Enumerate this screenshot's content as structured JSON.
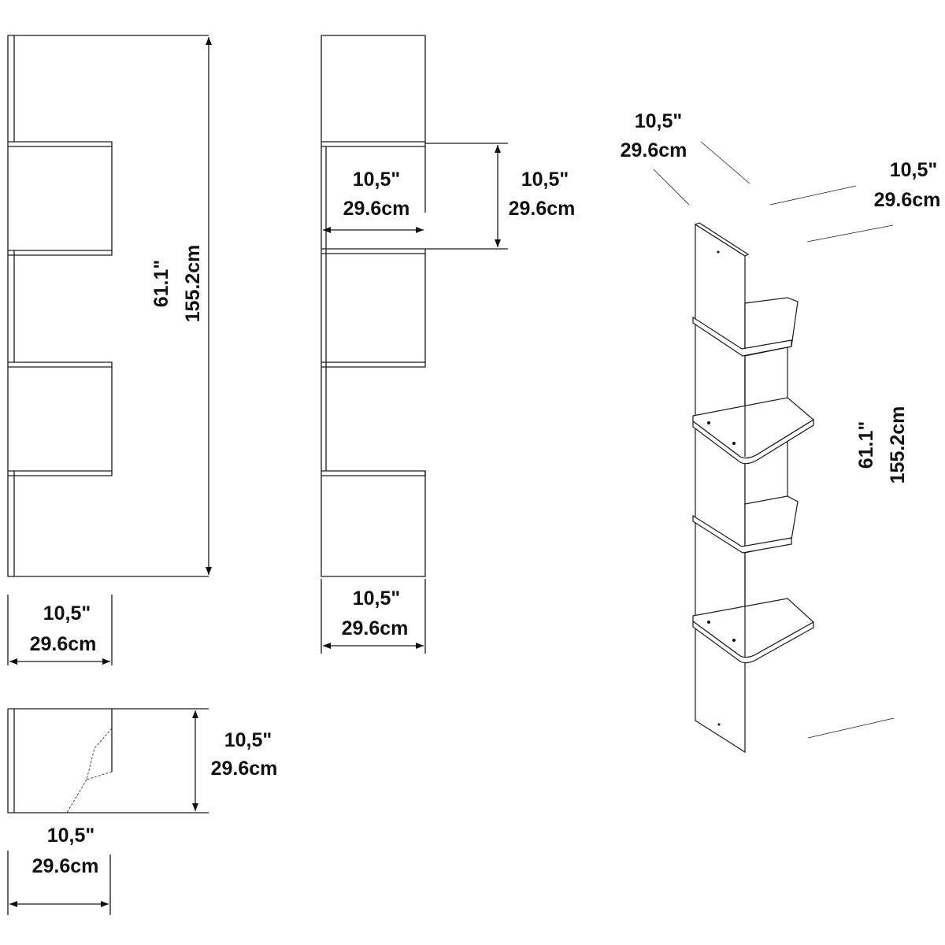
{
  "dimensions": {
    "front_width": {
      "in": "10,5\"",
      "cm": "29.6cm"
    },
    "front_height": {
      "in": "61.1\"",
      "cm": "155.2cm"
    },
    "side_shelf_depth": {
      "in": "10,5\"",
      "cm": "29.6cm"
    },
    "side_shelf_spacing": {
      "in": "10,5\"",
      "cm": "29.6cm"
    },
    "side_width": {
      "in": "10,5\"",
      "cm": "29.6cm"
    },
    "top_depth": {
      "in": "10,5\"",
      "cm": "29.6cm"
    },
    "top_width": {
      "in": "10,5\"",
      "cm": "29.6cm"
    },
    "iso_left": {
      "in": "10,5\"",
      "cm": "29.6cm"
    },
    "iso_right": {
      "in": "10,5\"",
      "cm": "29.6cm"
    },
    "iso_height": {
      "in": "61.1\"",
      "cm": "155.2cm"
    }
  }
}
